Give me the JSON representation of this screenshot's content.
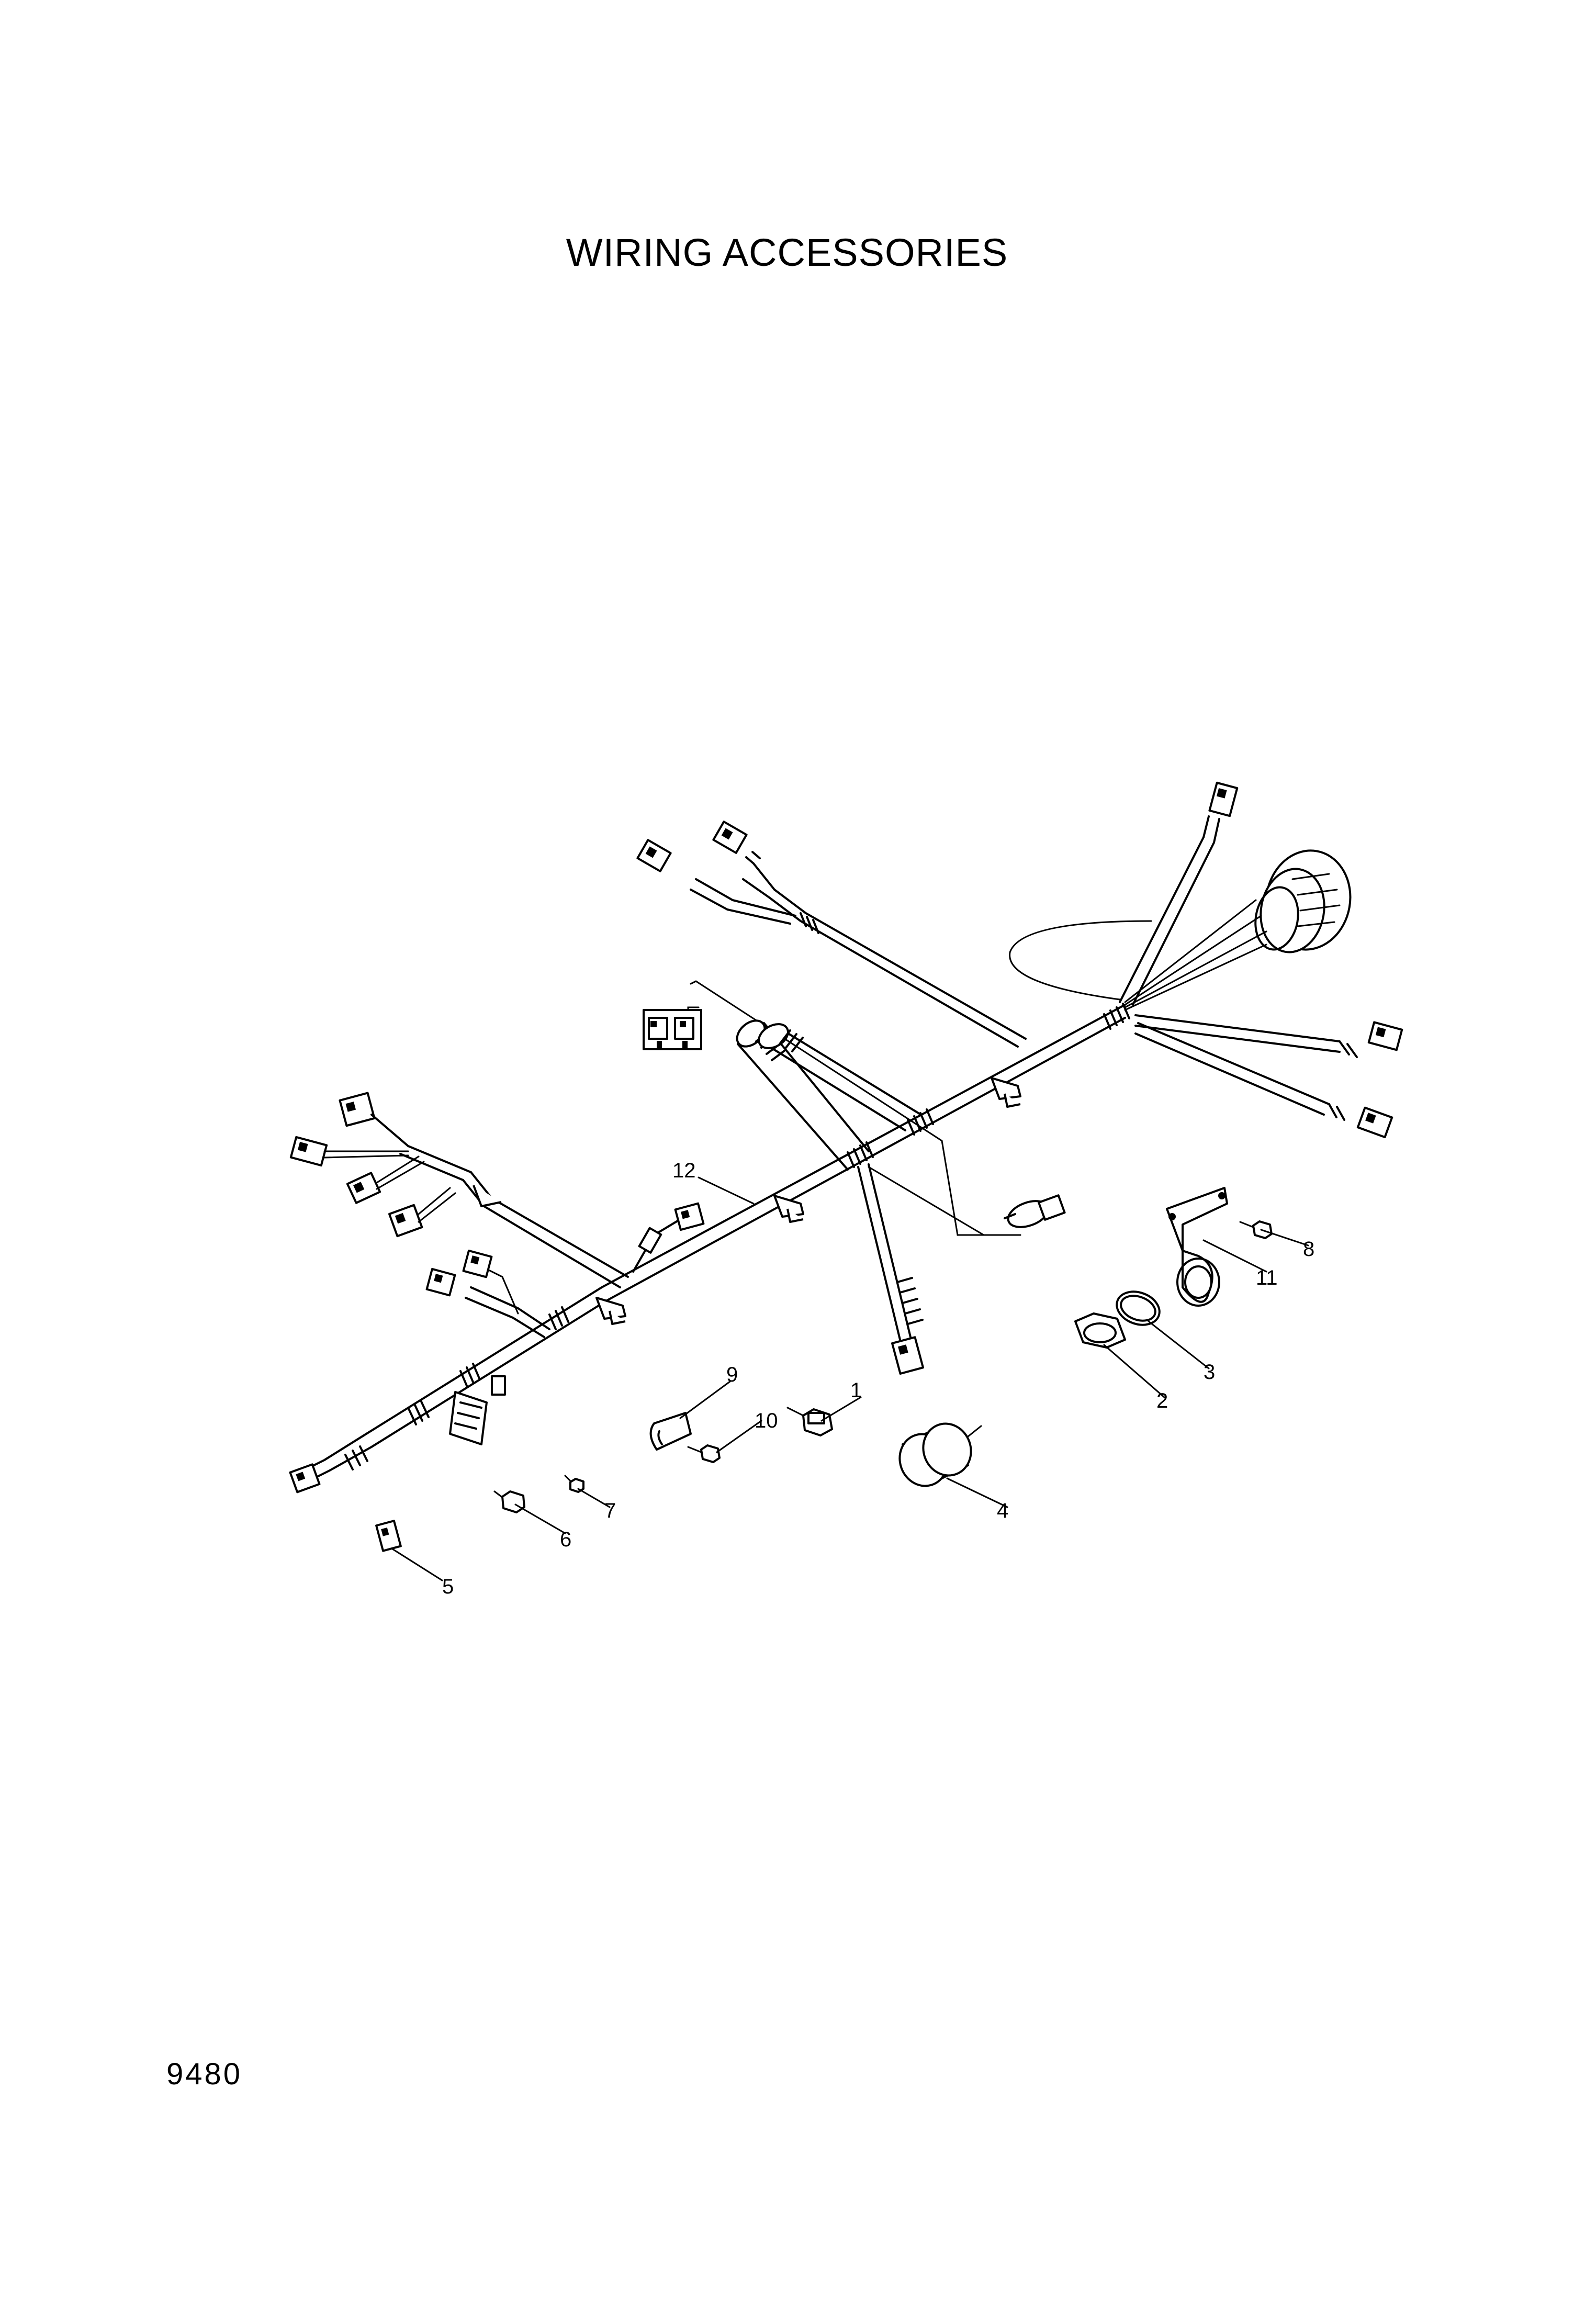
{
  "page": {
    "title": "WIRING ACCESSORIES",
    "page_number": "9480"
  },
  "callouts": {
    "c1": "1",
    "c2": "2",
    "c3": "3",
    "c4": "4",
    "c5": "5",
    "c6": "6",
    "c7": "7",
    "c8": "8",
    "c9": "9",
    "c10": "10",
    "c11": "11",
    "c12": "12"
  }
}
